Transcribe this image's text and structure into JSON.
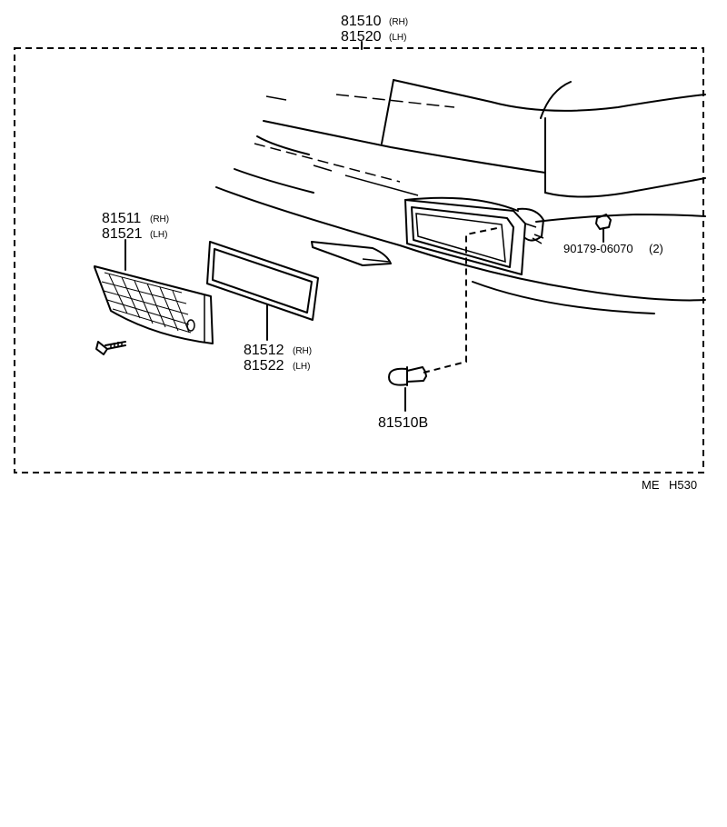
{
  "assembly": {
    "rh_number": "81510",
    "rh_tag": "(RH)",
    "lh_number": "81520",
    "lh_tag": "(LH)"
  },
  "lens": {
    "rh_number": "81511",
    "rh_tag": "(RH)",
    "lh_number": "81521",
    "lh_tag": "(LH)"
  },
  "gasket": {
    "rh_number": "81512",
    "rh_tag": "(RH)",
    "lh_number": "81522",
    "lh_tag": "(LH)"
  },
  "bulb": {
    "number": "81510B"
  },
  "nut": {
    "number": "90179-06070",
    "qty": "(2)"
  },
  "footer": {
    "code_left": "ME",
    "code_right": "H530"
  }
}
